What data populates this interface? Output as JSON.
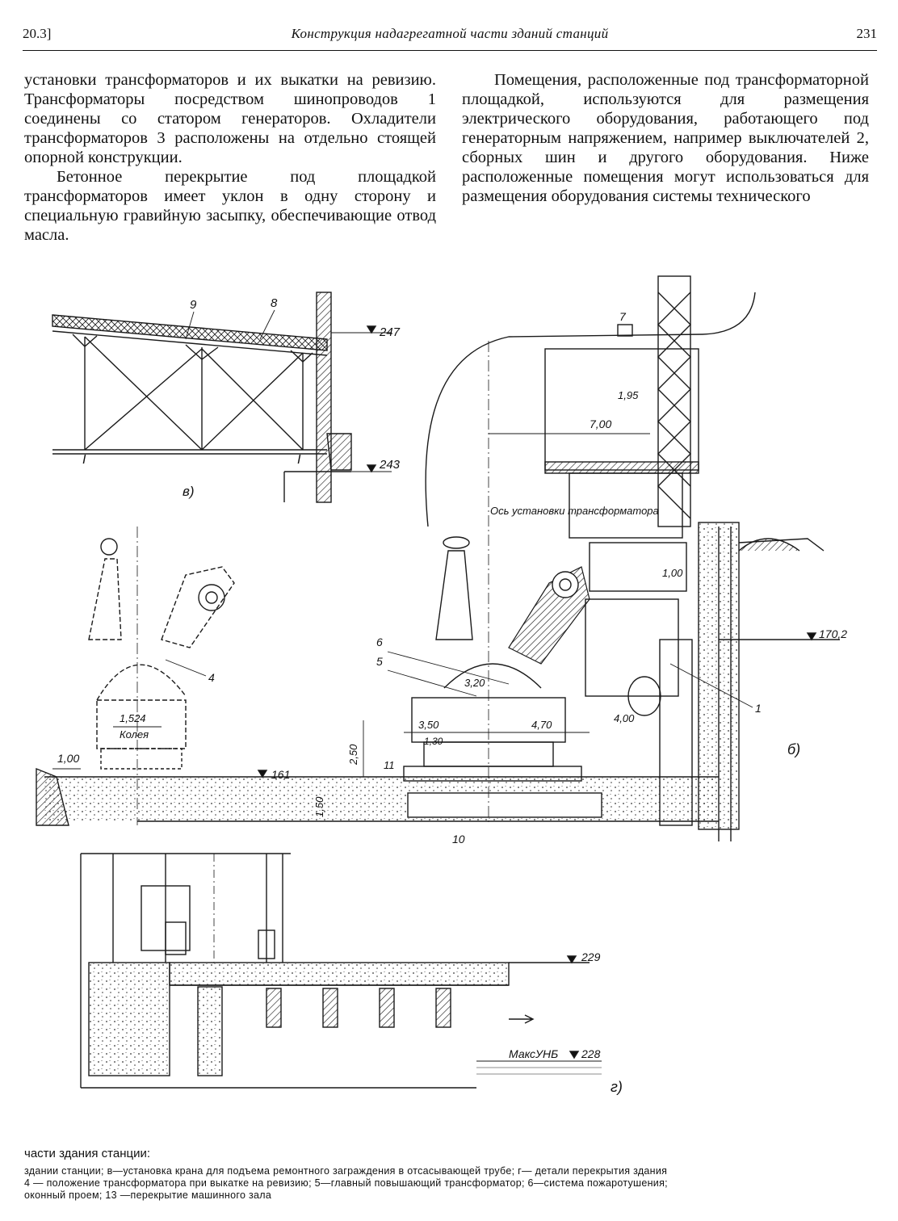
{
  "header": {
    "section": "20.3]",
    "title": "Конструкция надагрегатной части зданий станций",
    "page_number": "231"
  },
  "text": {
    "left_p1": "установки трансформаторов и их выкатки на ревизию. Трансформаторы посредством шинопроводов 1 соединены со статором генераторов. Охладители трансформаторов 3 расположены на отдельно стоящей опорной конструкции.",
    "left_p2": "Бетонное перекрытие под площадкой трансформаторов имеет уклон в одну сторону и специальную гравийную засыпку, обеспечивающие отвод масла.",
    "right_p1": "Помещения, расположенные под трансформаторной площадкой, используются для размещения электрического оборудования, работающего под генераторным напряжением, например выключателей 2, сборных шин и другого оборудования. Ниже расположенные помещения могут использоваться для размещения оборудования системы технического"
  },
  "figure": {
    "panel_v": {
      "label": "в)",
      "callouts": [
        "9",
        "8"
      ],
      "elev_top": "247",
      "elev_bottom": "243"
    },
    "panel_b": {
      "label": "б)",
      "callouts": [
        "7",
        "6",
        "5",
        "4",
        "11",
        "10",
        "1"
      ],
      "dims": [
        "1,95",
        "7,00",
        "1,00",
        "3,20",
        "3,50",
        "4,70",
        "4,00",
        "1,30",
        "2,50",
        "1,50",
        "1,524",
        "1,00"
      ],
      "gauge_label": "Колея",
      "axis_note": "Ось установки трансформатора",
      "elev_ground": "161",
      "elev_right": "170,2"
    },
    "panel_g": {
      "label": "г)",
      "elev_top": "229",
      "elev_water": "228",
      "water_label": "МаксУНБ"
    }
  },
  "caption": {
    "title": "части здания станции:",
    "line1": "здании станции; в—установка крана для подъема ремонтного заграждения в отсасывающей трубе; г— детали перекрытия здания",
    "line2": "4 — положение трансформатора при выкатке на ревизию; 5—главный повышающий трансформатор; 6—система пожаротушения;",
    "line3": "оконный проем; 13 —перекрытие машинного зала"
  }
}
